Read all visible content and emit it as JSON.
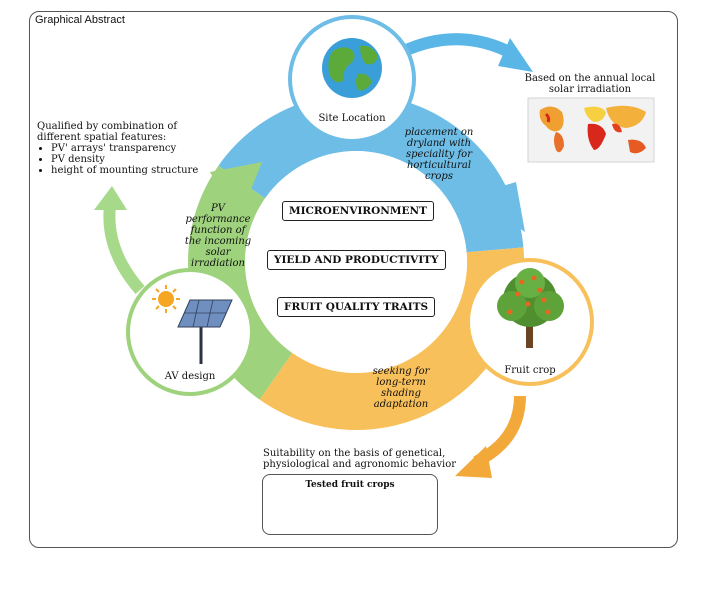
{
  "title": "Graphical Abstract",
  "nodes": {
    "site": "Site Location",
    "fruit": "Fruit crop",
    "av": "AV design"
  },
  "center": {
    "box1": "MICROENVIRONMENT",
    "box2": "YIELD AND PRODUCTIVITY",
    "box3": "FRUIT QUALITY TRAITS"
  },
  "arcs": {
    "blue": [
      "placement on",
      "dryland with",
      "speciality for",
      "horticultural",
      "crops"
    ],
    "yellow": [
      "seeking for",
      "long-term",
      "shading",
      "adaptation"
    ],
    "green": [
      "PV",
      "performance",
      "function of",
      "the incoming",
      "solar",
      "irradiation"
    ]
  },
  "annotations": {
    "map_caption": [
      "Based on the annual local",
      "solar irradiation"
    ],
    "qualified": [
      "Qualified by combination of",
      "different spatial features:"
    ],
    "features": [
      "PV' arrays' transparency",
      "PV density",
      "height of mounting structure"
    ],
    "suitability": [
      "Suitability on the basis of genetical,",
      "physiological and agronomic behavior"
    ]
  },
  "crops": {
    "title": "Tested fruit crops",
    "items": [
      "apple-icon",
      "pear-icon",
      "kiwi-icon",
      "grape-icon",
      "pomegranate-icon"
    ]
  },
  "colors": {
    "blue": "#6ebde6",
    "yellow": "#f8c05a",
    "green": "#9ed27c",
    "light_green": "#a6d98a",
    "blue_arrow": "#5bb6e8",
    "orange_arrow": "#f2a93a"
  }
}
